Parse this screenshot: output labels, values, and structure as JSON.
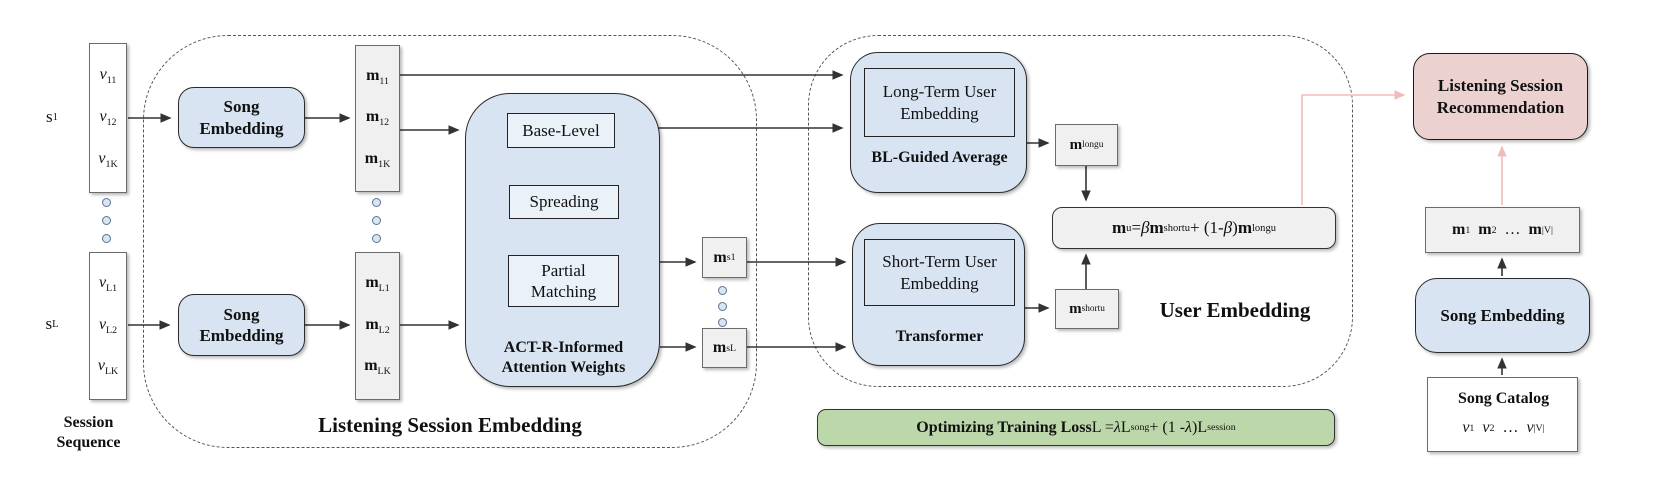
{
  "colors": {
    "blue_fill": "#d8e4f2",
    "blue_lite_fill": "#eaf1f9",
    "gray_fill": "#f0f0f0",
    "pink_fill": "#ecd1d1",
    "green_fill": "#bcd8ab",
    "pink_arrow": "#f2bcba",
    "line": "#333333",
    "dashed_border": "#555555"
  },
  "session_sequence": {
    "label": "Session<br>Sequence",
    "s1": {
      "name": "s<sub>1</sub>",
      "values": [
        "<i>v</i><sub>11</sub>",
        "<i>v</i><sub>12</sub>",
        "<i>v</i><sub>1K</sub>"
      ]
    },
    "sL": {
      "name": "s<sub>L</sub>",
      "values": [
        "<i>v</i><sub>L1</sub>",
        "<i>v</i><sub>L2</sub>",
        "<i>v</i><sub>LK</sub>"
      ]
    }
  },
  "song_embedding_left": {
    "label": "Song<br>Embedding"
  },
  "song_memory": {
    "m1": [
      "<b>m</b><sub>11</sub>",
      "<b>m</b><sub>12</sub>",
      "<b>m</b><sub>1K</sub>"
    ],
    "mL": [
      "<b>m</b><sub>L1</sub>",
      "<b>m</b><sub>L2</sub>",
      "<b>m</b><sub>LK</sub>"
    ]
  },
  "listening_region": {
    "label": "Listening Session Embedding",
    "actr": {
      "title": "ACT-R-Informed<br>Attention Weights",
      "base_level": "Base-Level",
      "spreading": "Spreading",
      "partial_matching": "Partial<br>Matching"
    },
    "m_s1": "<b>m</b><sub>s1</sub>",
    "m_sL": "<b>m</b><sub>sL</sub>"
  },
  "user_region": {
    "label": "User Embedding",
    "long_term": {
      "box": "Long-Term User<br>Embedding",
      "title": "BL-Guided Average",
      "output": "<b>m</b><sup>long</sup><sub>u</sub>"
    },
    "short_term": {
      "box": "Short-Term User<br>Embedding",
      "title": "Transformer",
      "output": "<b>m</b><sup>short</sup><sub>u</sub>"
    },
    "fusion_formula": "<b>m</b><sub>u</sub> = <i>β</i> <b>m</b><sup>short</sup><sub>u</sub> + (1-<i>β</i>) <b>m</b><sup>long</sup><sub>u</sub>"
  },
  "training_loss": {
    "label": "<b>Optimizing Training Loss</b> L = <i>λ</i>L<sup>song</sup> + (1 - <i>λ</i>)L<sup>session</sup>"
  },
  "recommendation": {
    "label": "Listening Session<br>Recommendation",
    "song_vectors": "<b>m</b><sub>1</sub>&nbsp;&nbsp;<b>m</b><sub>2</sub>&nbsp;&nbsp;…&nbsp;&nbsp;<b>m</b><sub>|V|</sub>",
    "song_embedding_label": "Song Embedding",
    "catalog": {
      "title": "Song Catalog",
      "values": "<i>v</i><sub>1</sub>&nbsp;&nbsp;<i>v</i><sub>2</sub>&nbsp;&nbsp;…&nbsp;&nbsp;<i>v</i><sub>|V|</sub>"
    }
  }
}
